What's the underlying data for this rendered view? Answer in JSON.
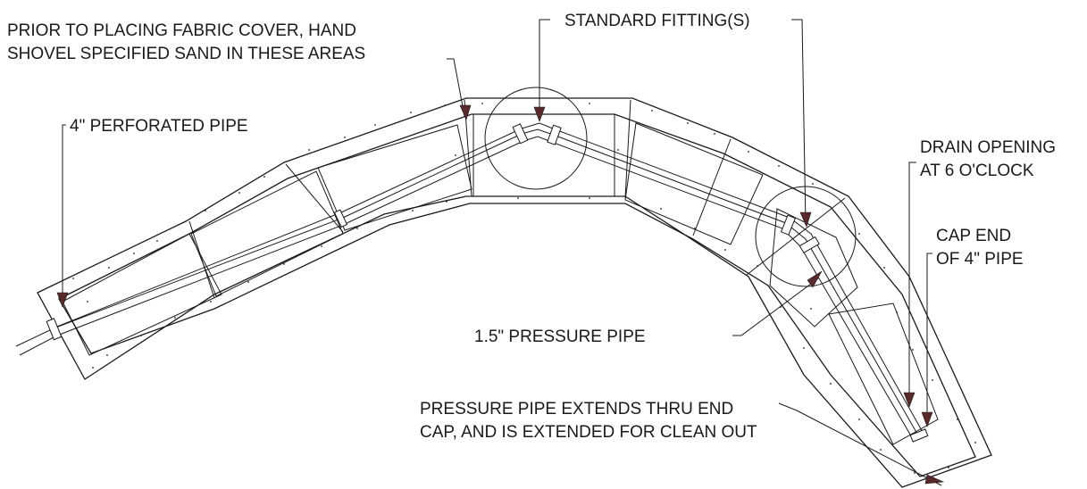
{
  "callouts": {
    "sand_line1": "PRIOR TO PLACING FABRIC COVER, HAND",
    "sand_line2": "SHOVEL SPECIFIED SAND IN THESE AREAS",
    "standard_fittings": "STANDARD FITTING(S)",
    "perforated_pipe": "4\" PERFORATED PIPE",
    "drain_line1": "DRAIN OPENING",
    "drain_line2": "AT 6 O'CLOCK",
    "cap_line1": "CAP END",
    "cap_line2": "OF 4\" PIPE",
    "pressure_pipe": "1.5\" PRESSURE PIPE",
    "extends_line1": "PRESSURE PIPE EXTENDS THRU END",
    "extends_line2": "CAP, AND IS EXTENDED FOR CLEAN OUT"
  }
}
